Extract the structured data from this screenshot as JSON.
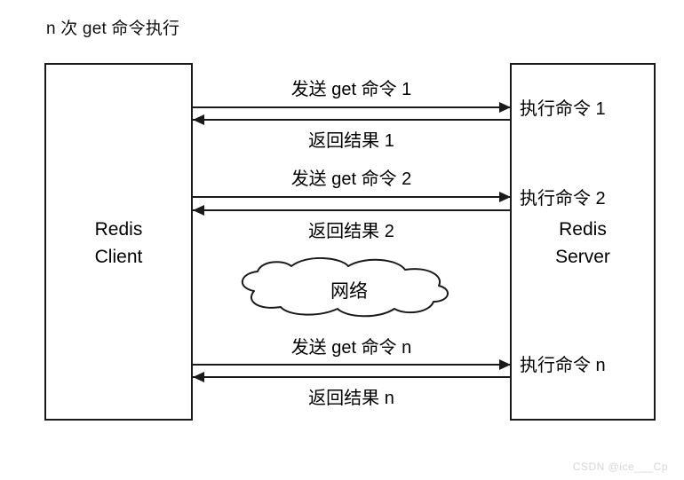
{
  "diagram": {
    "title": "n 次 get 命令执行",
    "nodes": {
      "client": {
        "label": "Redis\nClient"
      },
      "server": {
        "label": "Redis\nServer"
      }
    },
    "server_events": [
      {
        "id": "exec-1",
        "label": "执行命令 1"
      },
      {
        "id": "exec-2",
        "label": "执行命令 2"
      },
      {
        "id": "exec-n",
        "label": "执行命令 n"
      }
    ],
    "messages": [
      {
        "id": "req-1",
        "label": "发送 get 命令 1",
        "direction": "right"
      },
      {
        "id": "res-1",
        "label": "返回结果 1",
        "direction": "left"
      },
      {
        "id": "req-2",
        "label": "发送 get 命令 2",
        "direction": "right"
      },
      {
        "id": "res-2",
        "label": "返回结果 2",
        "direction": "left"
      },
      {
        "id": "req-n",
        "label": "发送 get 命令 n",
        "direction": "right"
      },
      {
        "id": "res-n",
        "label": "返回结果 n",
        "direction": "left"
      }
    ],
    "cloud": {
      "label": "网络"
    },
    "watermark": "CSDN @ice___Cp",
    "colors": {
      "stroke": "#1a1a1a",
      "text": "#000000",
      "background": "#ffffff",
      "watermark": "#d6d6d6"
    }
  }
}
